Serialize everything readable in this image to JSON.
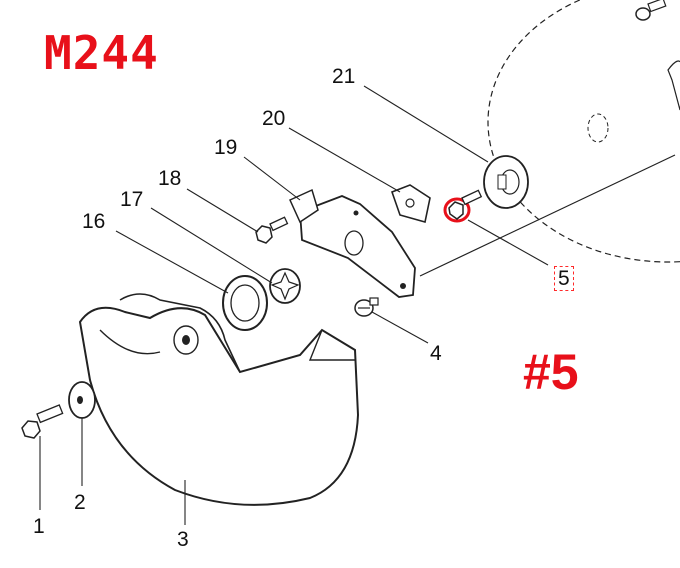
{
  "model_code": "M244",
  "highlighted_part": "#5",
  "highlight_color": "#e8101a",
  "callouts": [
    "1",
    "2",
    "3",
    "4",
    "5",
    "16",
    "17",
    "18",
    "19",
    "20",
    "21"
  ]
}
